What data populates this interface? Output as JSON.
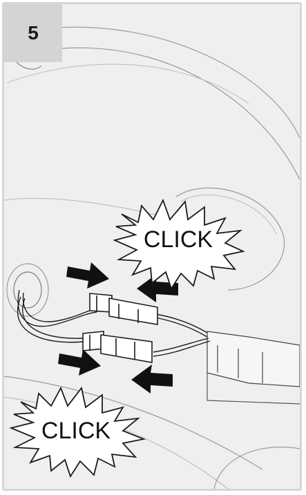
{
  "step": {
    "number": "5"
  },
  "callouts": [
    {
      "text": "CLICK"
    },
    {
      "text": "CLICK"
    }
  ],
  "colors": {
    "background": "#efefef",
    "badge": "#d4d4d4",
    "line": "#1a1a1a",
    "arrow": "#111111"
  },
  "icons": [
    "arrow-right-icon",
    "arrow-left-icon",
    "starburst-callout"
  ]
}
